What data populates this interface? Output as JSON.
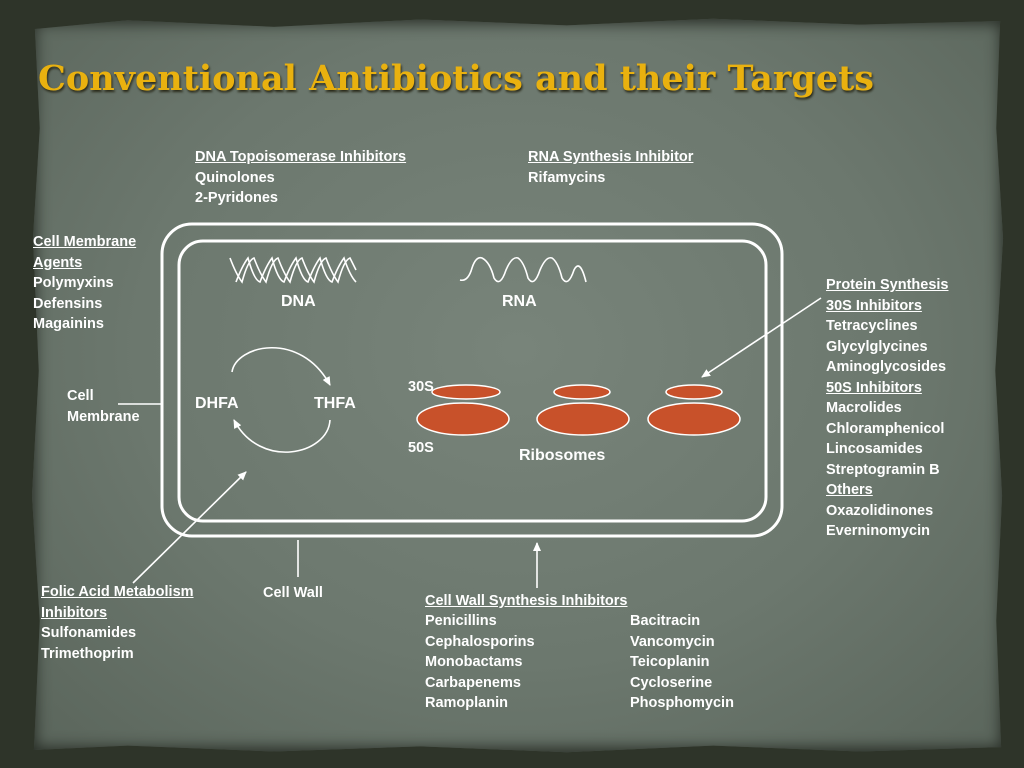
{
  "title": "Conventional Antibiotics and their Targets",
  "dna_topo": {
    "heading": "DNA Topoisomerase Inhibitors",
    "items": [
      "Quinolones",
      "2-Pyridones"
    ]
  },
  "rna_synth": {
    "heading": "RNA Synthesis Inhibitor",
    "items": [
      "Rifamycins"
    ]
  },
  "cell_membrane_agents": {
    "heading_line1": "Cell Membrane",
    "heading_line2": "Agents",
    "items": [
      "Polymyxins",
      "Defensins",
      "Magainins"
    ]
  },
  "protein_synthesis": {
    "heading": "Protein Synthesis",
    "sub30_heading": "30S Inhibitors",
    "sub30_items": [
      "Tetracyclines",
      "Glycylglycines",
      "Aminoglycosides"
    ],
    "sub50_heading": "50S Inhibitors",
    "sub50_items": [
      "Macrolides",
      "Chloramphenicol",
      "Lincosamides",
      "Streptogramin B"
    ],
    "others_heading": "Others",
    "others_items": [
      "Oxazolidinones",
      "Everninomycin"
    ]
  },
  "folic_acid": {
    "heading_line1": "Folic Acid Metabolism",
    "heading_line2": "Inhibitors",
    "items": [
      "Sulfonamides",
      "Trimethoprim"
    ]
  },
  "cell_wall_synthesis": {
    "heading": "Cell Wall Synthesis Inhibitors",
    "col1": [
      "Penicillins",
      "Cephalosporins",
      "Monobactams",
      "Carbapenems",
      "Ramoplanin"
    ],
    "col2": [
      "Bacitracin",
      "Vancomycin",
      "Teicoplanin",
      "Cycloserine",
      "Phosphomycin"
    ]
  },
  "labels": {
    "cell_membrane_line1": "Cell",
    "cell_membrane_line2": "Membrane",
    "cell_wall": "Cell Wall",
    "dna": "DNA",
    "rna": "RNA",
    "dhfa": "DHFA",
    "thfa": "THFA",
    "s30": "30S",
    "s50": "50S",
    "ribosomes": "Ribosomes"
  },
  "colors": {
    "title": "#e9b10f",
    "ribosome": "#c8512a",
    "background": "#6c786e"
  }
}
